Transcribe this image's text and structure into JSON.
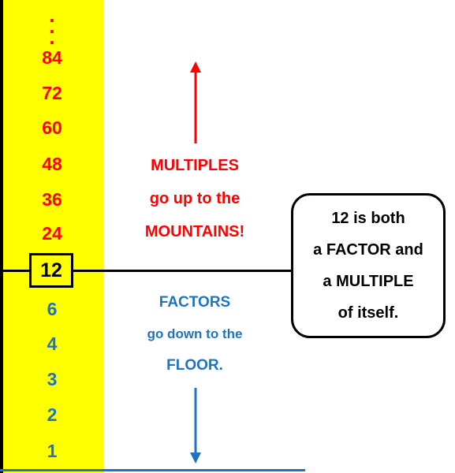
{
  "multiples": {
    "ellipsis": ".\n.\n.",
    "values": [
      "84",
      "72",
      "60",
      "48",
      "36",
      "24"
    ],
    "color": "#ff0000"
  },
  "center": {
    "value": "12"
  },
  "factors": {
    "values": [
      "6",
      "4",
      "3",
      "2",
      "1"
    ],
    "color": "#1f74c0"
  },
  "captions": {
    "multiples_line1": "MULTIPLES",
    "multiples_line2": "go up to the",
    "multiples_line3": "MOUNTAINS!",
    "factors_line1": "FACTORS",
    "factors_line2": "go down to the",
    "factors_line3": "FLOOR."
  },
  "callout": {
    "line1": "12 is both",
    "line2": "a FACTOR and",
    "line3": "a MULTIPLE",
    "line4": "of itself."
  },
  "colors": {
    "highlight": "#ffff00",
    "axis": "#000000"
  },
  "icons": {
    "up_arrow": "up-arrow-icon",
    "down_arrow": "down-arrow-icon"
  }
}
